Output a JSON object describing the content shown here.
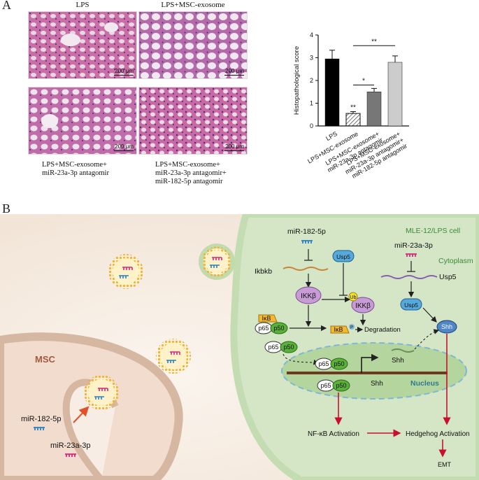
{
  "panel_a": {
    "letter": "A",
    "micrographs": [
      {
        "title": "LPS",
        "scale": "200 μm",
        "caption": ""
      },
      {
        "title": "LPS+MSC-exosome",
        "scale": "200 μm",
        "caption": ""
      },
      {
        "title": "",
        "scale": "200 μm",
        "caption": "LPS+MSC-exosome+\nmiR-23a-3p antagomir"
      },
      {
        "title": "",
        "scale": "200 μm",
        "caption": "LPS+MSC-exosome+\nmiR-23a-3p antagomir+\nmiR-182-5p antagomir"
      }
    ],
    "captions": {
      "c3_line1": "LPS+MSC-exosome+",
      "c3_line2": "miR-23a-3p antagomir",
      "c4_line1": "LPS+MSC-exosome+",
      "c4_line2": "miR-23a-3p antagomir+",
      "c4_line3": "miR-182-5p antagomir"
    }
  },
  "chart_data": {
    "type": "bar",
    "ylabel": "Histopathological score",
    "ylim": [
      0,
      4
    ],
    "yticks": [
      "0",
      "1",
      "2",
      "3",
      "4"
    ],
    "categories": [
      "LPS",
      "LPS+MSC-exosome",
      "LPS+MSC-exosome+ miR-23a-3p antagomir",
      "LPS+MSC-exosome+ miR-23a-3p antagomir+ miR-182-5p antagomir"
    ],
    "category_lines": [
      [
        "LPS"
      ],
      [
        "LPS+MSC-exosome"
      ],
      [
        "LPS+MSC-exosome+",
        "miR-23a-3p antagomir"
      ],
      [
        "LPS+MSC-exosome+",
        "miR-23a-3p antagomir+",
        "miR-182-5p antagomir"
      ]
    ],
    "values": [
      2.95,
      0.55,
      1.5,
      2.8
    ],
    "errors": [
      0.38,
      0.08,
      0.15,
      0.28
    ],
    "colors": [
      "#000000",
      "#ffffff",
      "#777777",
      "#cccccc"
    ],
    "hatched": [
      false,
      true,
      false,
      false
    ],
    "annotations": [
      {
        "label": "**",
        "type": "above_bar",
        "bar": 1
      },
      {
        "label": "*",
        "type": "bracket",
        "from": 1,
        "to": 2
      },
      {
        "label": "**",
        "type": "bracket",
        "from": 1,
        "to": 3
      }
    ]
  },
  "panel_b": {
    "letter": "B",
    "msc_label": "MSC",
    "cell_label": "MLE-12/LPS cell",
    "cytoplasm_label": "Cytoplasm",
    "nucleus_label": "Nucleus",
    "mir182_top": "miR-182-5p",
    "mir23_top": "miR-23a-3p",
    "ikbkb": "Ikbkb",
    "usp5_mrna": "Usp5",
    "usp5_prot_a": "Usp5",
    "usp5_prot_b": "Usp5",
    "ikkb_a": "IKKβ",
    "ikkb_b": "IKKβ",
    "ub": "Ub",
    "ikb_a": "IκB",
    "ikb_b": "IκB",
    "p65_a": "p65",
    "p50_a": "p50",
    "p65_b": "p65",
    "p50_b": "p50",
    "p65_c": "p65",
    "p50_c": "p50",
    "p65_d": "p65",
    "p50_d": "p50",
    "p_label": "P",
    "degradation": "Degradation",
    "shh_prot": "Shh",
    "shh_mrna": "Shh",
    "shh_gene": "Shh",
    "nfkb": "NF-κB Activation",
    "hedgehog": "Hedgehog Activation",
    "emt": "EMT",
    "mir182_legend": "miR-182-5p",
    "mir23_legend": "miR-23a-3p"
  },
  "colors": {
    "mir182": "#2a7fc4",
    "mir23": "#d6287a",
    "cell_green": "#cfe2c0",
    "nucleus": "#b9d7a6",
    "msc_fill": "#f3e4da",
    "ikkb": "#c79bd6",
    "ikb": "#f5b82e",
    "p65": "#ffffff",
    "p50": "#5bb03a",
    "usp5": "#56a9dc",
    "shh": "#4f86c6",
    "arrow_red": "#c8102e"
  }
}
